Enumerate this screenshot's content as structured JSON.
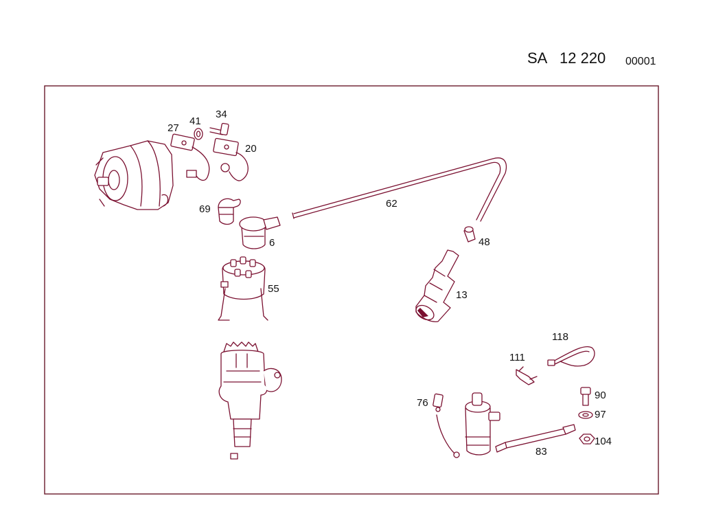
{
  "header": {
    "prefix": "SA",
    "group_number": "12 220",
    "sequence": "00001"
  },
  "callouts": {
    "c27": "27",
    "c41": "41",
    "c34": "34",
    "c20": "20",
    "c69": "69",
    "c6": "6",
    "c62": "62",
    "c48": "48",
    "c13": "13",
    "c55": "55",
    "c118": "118",
    "c111": "111",
    "c76": "76",
    "c90": "90",
    "c97": "97",
    "c104": "104",
    "c83": "83"
  }
}
